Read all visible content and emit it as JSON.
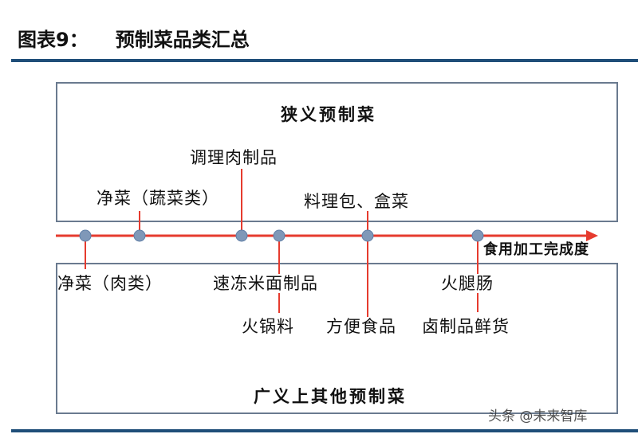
{
  "header": {
    "figure_number": "图表9：",
    "title": "预制菜品类汇总"
  },
  "regions": {
    "top_title": "狭义预制菜",
    "bottom_title": "广义上其他预制菜"
  },
  "axis": {
    "label": "食用加工完成度"
  },
  "items_above": [
    {
      "label": "净菜（蔬菜类）"
    },
    {
      "label": "调理肉制品"
    },
    {
      "label": "料理包、盒菜"
    }
  ],
  "items_below": [
    {
      "label": "净菜（肉类）"
    },
    {
      "label": "速冻米面制品"
    },
    {
      "label": "火锅料"
    },
    {
      "label": "方便食品"
    },
    {
      "label": "火腿肠"
    },
    {
      "label": "卤制品鲜货"
    }
  ],
  "watermark": "头条 @未来智库",
  "colors": {
    "axis_line": "#e63b2e",
    "dot": "#7f98b8",
    "box_border": "#6a7a8f",
    "rule": "#1f4e79"
  }
}
